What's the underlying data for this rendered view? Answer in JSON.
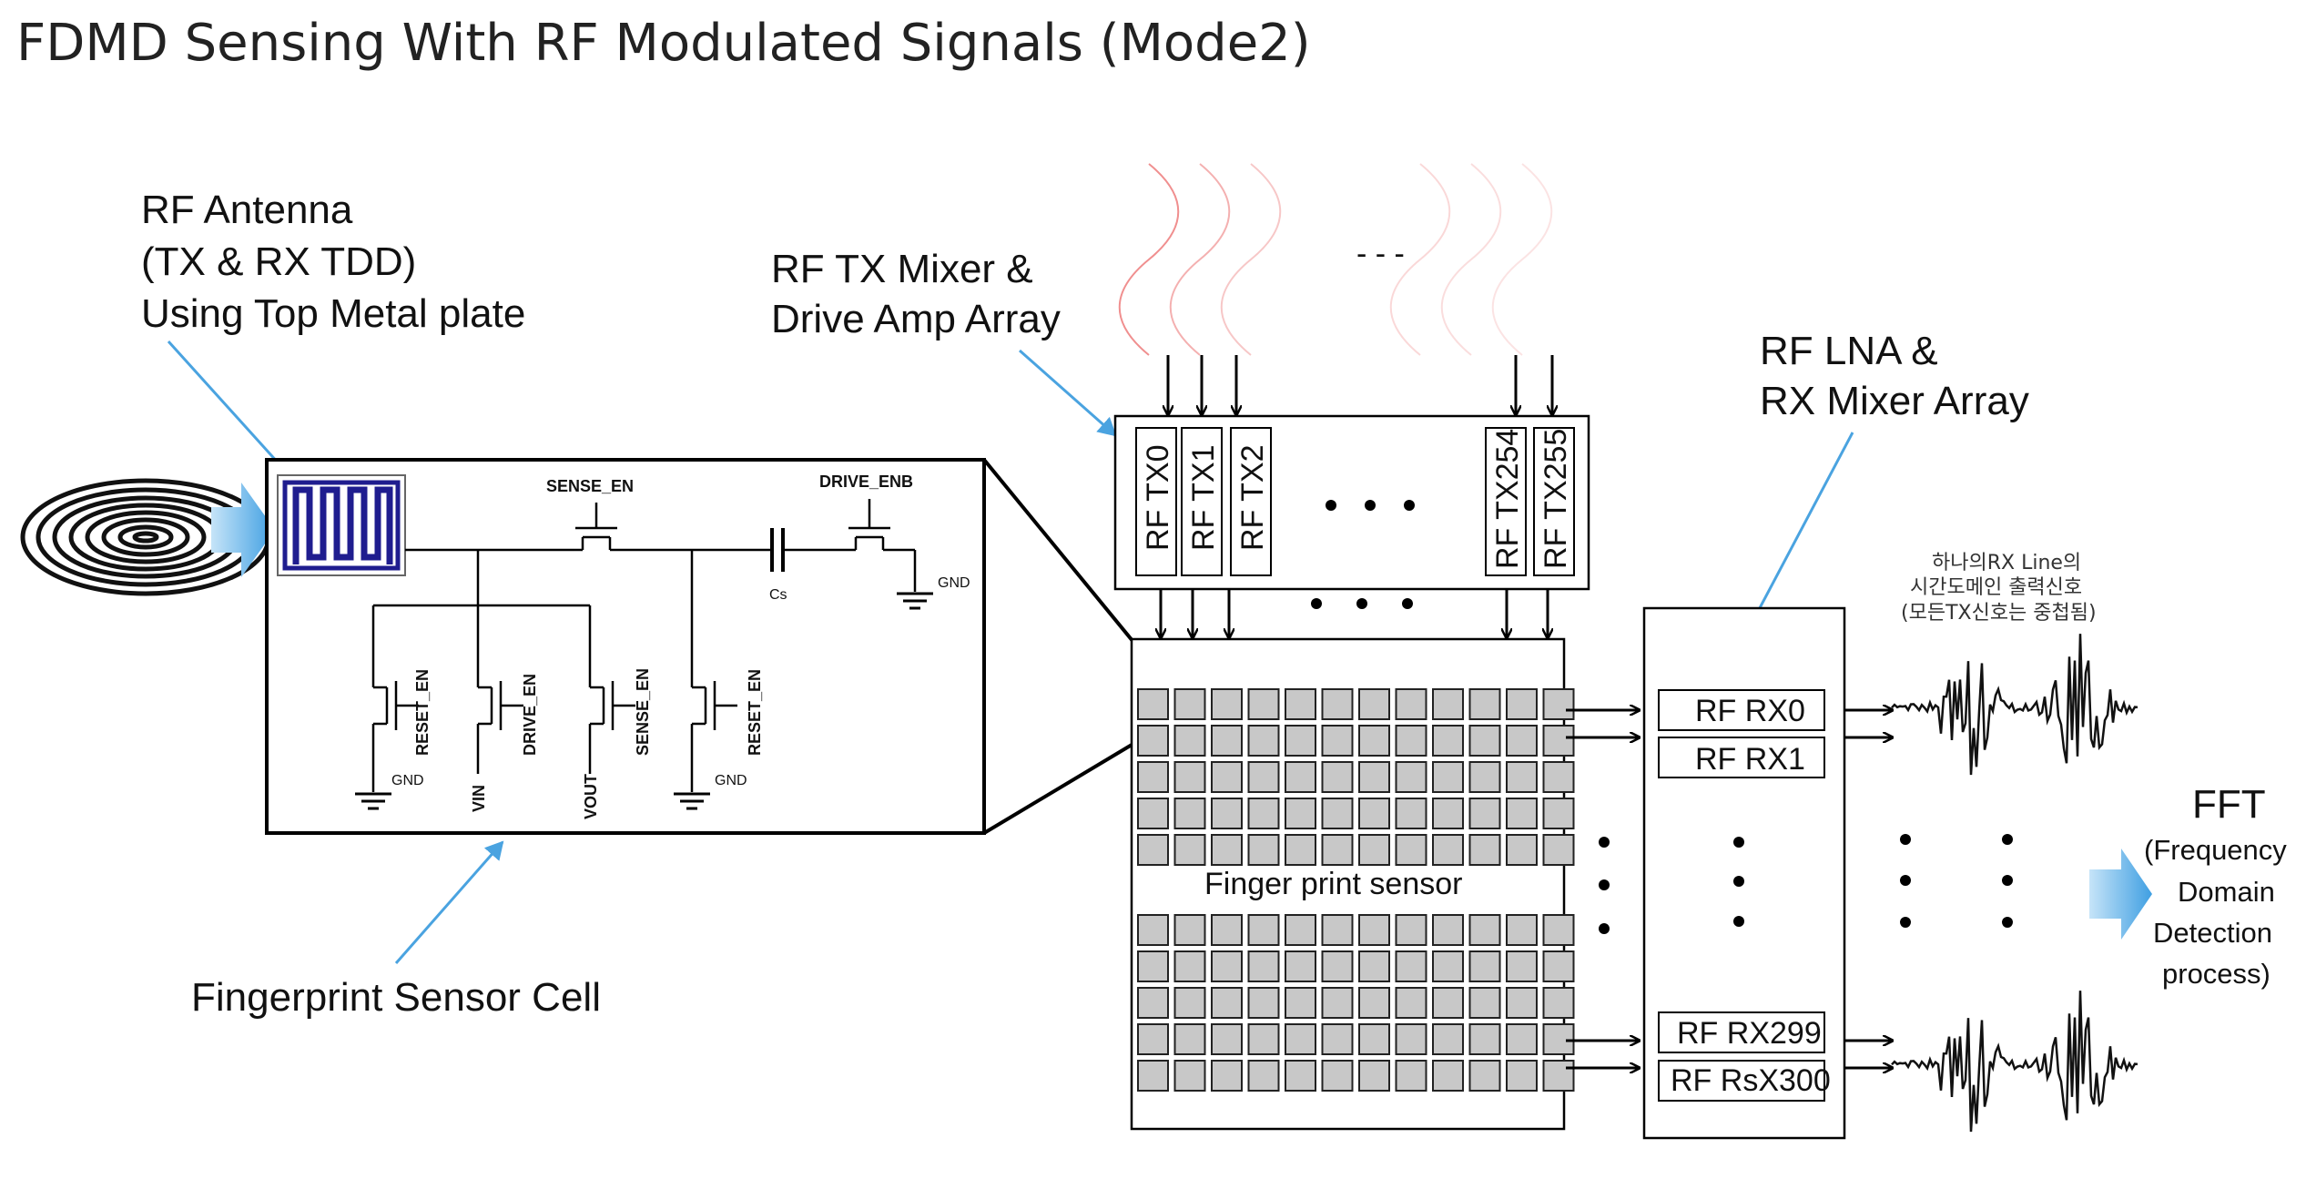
{
  "title": "FDMD Sensing With RF Modulated Signals (Mode2)",
  "annotations": {
    "antenna": [
      "RF Antenna",
      "(TX & RX TDD)",
      "Using Top Metal plate"
    ],
    "tx_mixer": [
      "RF TX Mixer &",
      "Drive Amp Array"
    ],
    "rx_mixer": [
      "RF LNA &",
      "RX Mixer Array"
    ],
    "sensor_cell": "Fingerprint Sensor Cell",
    "sensor_array": "Finger print sensor"
  },
  "circuit": {
    "sense_en_top": "SENSE_EN",
    "drive_enb": "DRIVE_ENB",
    "gnd": "GND",
    "cs": "Cs",
    "reset_en": "RESET_EN",
    "drive_en": "DRIVE_EN",
    "sense_en": "SENSE_EN",
    "vin": "VIN",
    "vout": "VOUT"
  },
  "tx_channels": [
    "RF TX0",
    "RF TX1",
    "RF TX2",
    "RF TX254",
    "RF TX255"
  ],
  "rx_channels": [
    "RF RX0",
    "RF RX1",
    "RF RX299",
    "RF RsX300"
  ],
  "waveform_note": [
    "하나의RX Line의",
    "시간도메인 출력신호",
    "(모든TX신호는 중첩됨)"
  ],
  "tx_dashes": "- - -",
  "fft": [
    "FFT",
    "(Frequency",
    "Domain",
    "Detection",
    "process)"
  ],
  "colors": {
    "accent_blue": "#4aa3e0",
    "antenna_navy": "#1f1d8f",
    "wave_pink": "#f08f8f",
    "cell_gray": "#c8c8c8"
  }
}
